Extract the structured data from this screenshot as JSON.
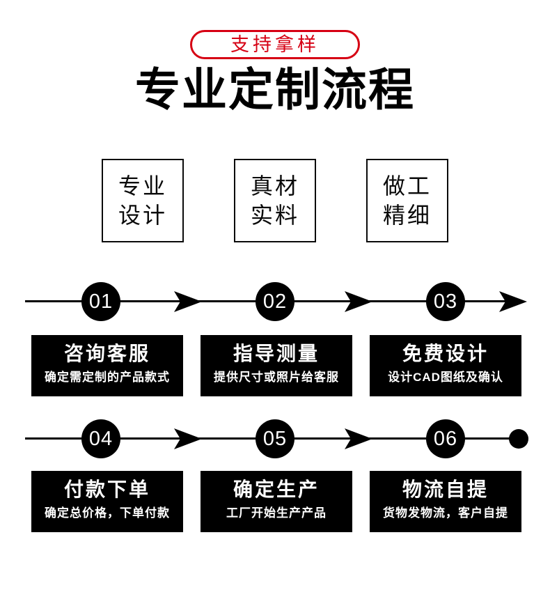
{
  "badge": {
    "label": "支持拿样"
  },
  "header": {
    "title": "专业定制流程"
  },
  "features": [
    {
      "line1": "专业",
      "line2": "设计"
    },
    {
      "line1": "真材",
      "line2": "实料"
    },
    {
      "line1": "做工",
      "line2": "精细"
    }
  ],
  "process": {
    "rows": [
      {
        "terminator": "arrow",
        "steps": [
          {
            "number": "01",
            "title": "咨询客服",
            "desc": "确定需定制的产品款式"
          },
          {
            "number": "02",
            "title": "指导测量",
            "desc": "提供尺寸或照片给客服"
          },
          {
            "number": "03",
            "title": "免费设计",
            "desc": "设计CAD图纸及确认"
          }
        ]
      },
      {
        "terminator": "dot",
        "steps": [
          {
            "number": "04",
            "title": "付款下单",
            "desc": "确定总价格，下单付款"
          },
          {
            "number": "05",
            "title": "确定生产",
            "desc": "工厂开始生产产品"
          },
          {
            "number": "06",
            "title": "物流自提",
            "desc": "货物发物流，客户自提"
          }
        ]
      }
    ]
  },
  "colors": {
    "accent_red": "#d60013",
    "step_black": "#000000",
    "text_white": "#ffffff",
    "background": "#ffffff"
  }
}
